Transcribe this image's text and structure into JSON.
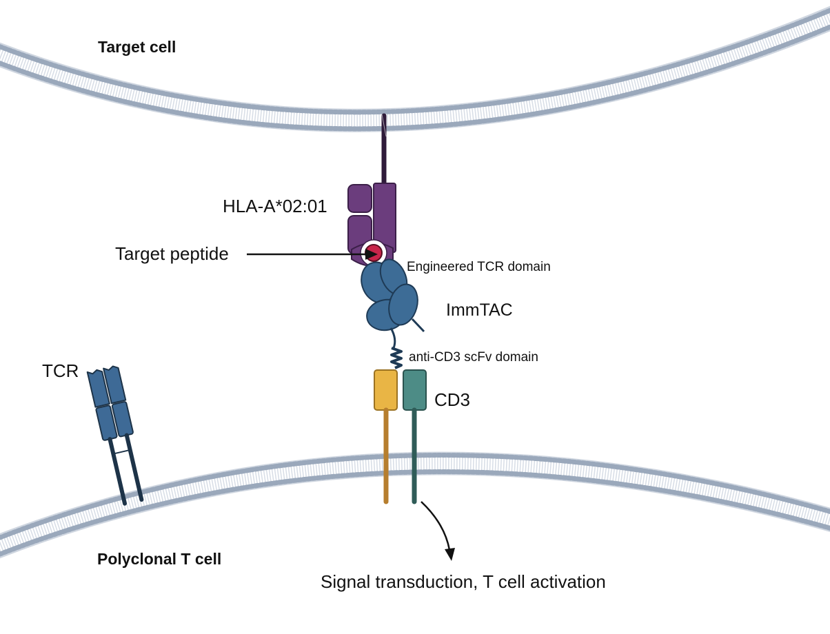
{
  "labels": {
    "target_cell": "Target cell",
    "polyclonal_t_cell": "Polyclonal T cell",
    "hla": "HLA-A*02:01",
    "target_peptide": "Target peptide",
    "engineered_tcr": "Engineered TCR domain",
    "immtac": "ImmTAC",
    "anti_cd3": "anti-CD3 scFv domain",
    "tcr": "TCR",
    "cd3": "CD3",
    "signal": "Signal transduction, T cell activation"
  },
  "colors": {
    "membrane": "#9aa8bb",
    "hla": "#6b3d7d",
    "hla_stalk": "#2f1b3a",
    "peptide": "#c8254a",
    "immtac": "#3d6c96",
    "immtac_outline": "#1e3a55",
    "cd3_yellow": "#e9b545",
    "cd3_yellow_stalk": "#b67e2e",
    "cd3_teal": "#4d8c86",
    "cd3_teal_stalk": "#2f5c58",
    "tcr": "#3e6a96",
    "tcr_stalk": "#1d3348"
  }
}
